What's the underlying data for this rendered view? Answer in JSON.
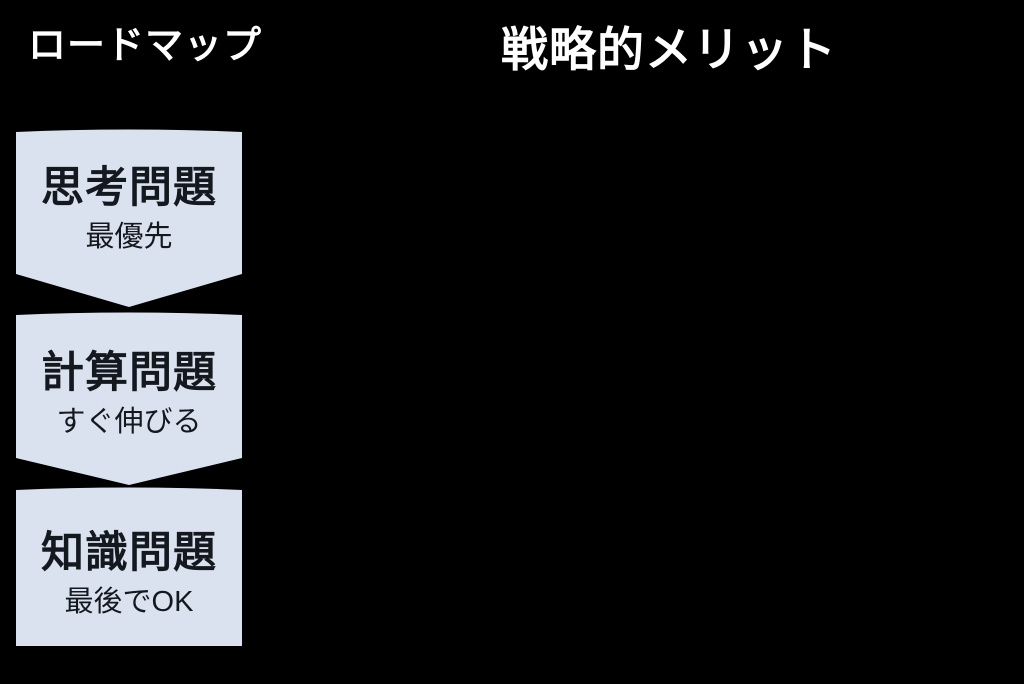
{
  "colors": {
    "background": "#000000",
    "heading_text": "#ffffff",
    "box_fill": "#dbe2ef",
    "box_text": "#14181f"
  },
  "headings": {
    "roadmap": "ロードマップ",
    "merits": "戦略的メリット"
  },
  "roadmap_steps": [
    {
      "title": "思考問題",
      "subtitle": "最優先"
    },
    {
      "title": "計算問題",
      "subtitle": "すぐ伸びる"
    },
    {
      "title": "知識問題",
      "subtitle": "最後でOK"
    }
  ]
}
